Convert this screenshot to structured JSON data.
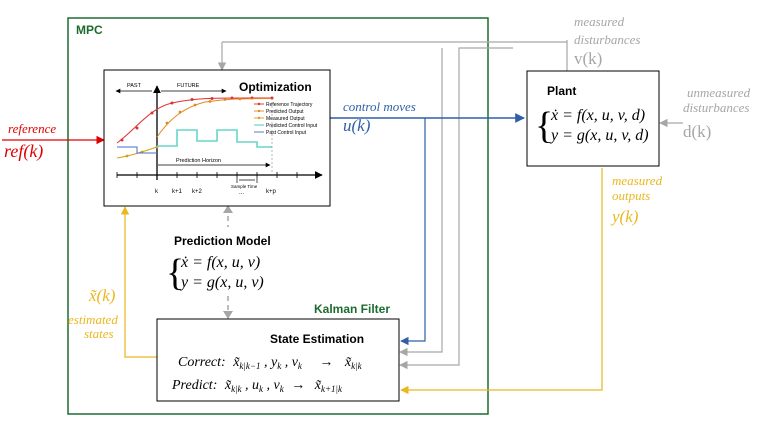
{
  "mpc": {
    "title": "MPC"
  },
  "optimization": {
    "title": "Optimization",
    "past": "PAST",
    "future": "FUTURE",
    "horizon": "Prediction Horizon",
    "sample_time": "Sample Time",
    "ellipsis": "...",
    "ticks": [
      "k",
      "k+1",
      "k+2",
      "k+p"
    ],
    "legend": [
      "Reference Trajectory",
      "Predicted Output",
      "Measured Output",
      "Predicted Control Input",
      "Past Control Input"
    ]
  },
  "prediction_model": {
    "title": "Prediction Model",
    "eq1": "ẋ = f(x, u, v)",
    "eq2": "y = g(x, u, v)"
  },
  "kalman": {
    "label": "Kalman Filter",
    "title": "State Estimation",
    "correct_label": "Correct:",
    "correct_lhs": "x̃",
    "correct_lhs_sub": "k|k−1",
    "correct_mid": ", y",
    "correct_mid_sub": "k",
    "correct_mid2": ", v",
    "correct_mid2_sub": "k",
    "correct_arrow": "→",
    "correct_rhs": "x̃",
    "correct_rhs_sub": "k|k",
    "predict_label": "Predict:",
    "predict_lhs": "x̃",
    "predict_lhs_sub": "k|k",
    "predict_mid": ", u",
    "predict_mid_sub": "k",
    "predict_mid2": ", v",
    "predict_mid2_sub": "k",
    "predict_arrow": "→",
    "predict_rhs": "x̃",
    "predict_rhs_sub": "k+1|k"
  },
  "plant": {
    "title": "Plant",
    "eq1": "ẋ = f(x, u, v, d)",
    "eq2": "y = g(x, u, v, d)"
  },
  "reference": {
    "label": "reference",
    "symbol": "ref(k)"
  },
  "control_moves": {
    "label": "control moves",
    "symbol": "u(k)"
  },
  "measured_disturbances": {
    "line1": "measured",
    "line2": "disturbances",
    "symbol": "v(k)"
  },
  "unmeasured_disturbances": {
    "line1": "unmeasured",
    "line2": "disturbances",
    "symbol": "d(k)"
  },
  "measured_outputs": {
    "line1": "measured",
    "line2": "outputs",
    "symbol": "y(k)"
  },
  "estimated_states": {
    "symbol": "x̃(k)",
    "line1": "estimated",
    "line2": "states"
  },
  "colors": {
    "green": "#1e6b30",
    "red": "#e00000",
    "blue": "#2e5fa8",
    "gray": "#a6a6a6",
    "gold": "#eab81e"
  }
}
